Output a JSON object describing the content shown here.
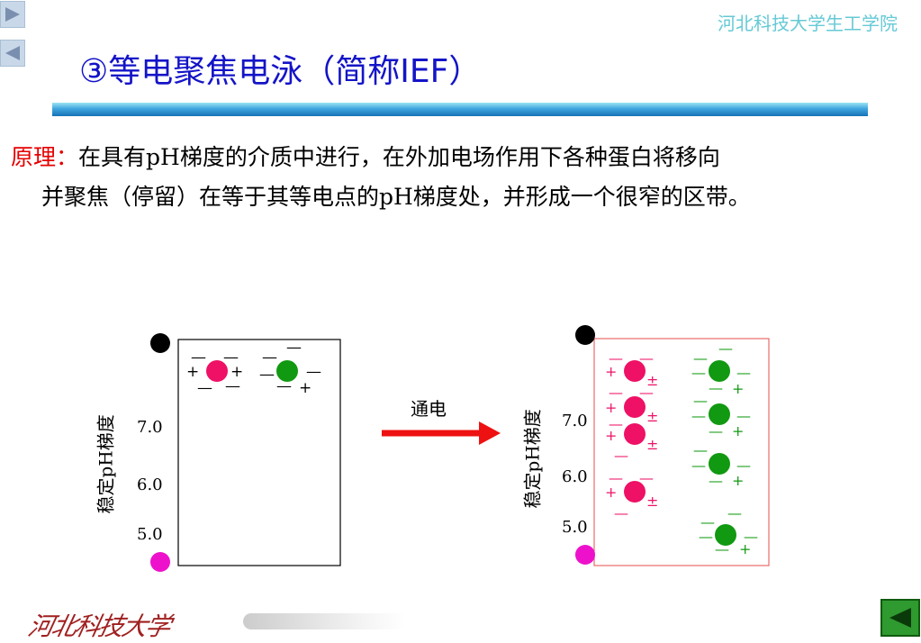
{
  "header": {
    "school": "河北科技大学生工学院",
    "title": "③等电聚焦电泳（简称IEF）"
  },
  "principle": {
    "label": "原理：",
    "line1": "在具有pH梯度的介质中进行，在外加电场作用下各种蛋白将移向",
    "line2": "并聚焦（停留）在等于其等电点的pH梯度处，并形成一个很窄的区带。"
  },
  "diagram": {
    "left_axis_label": "稳定pH梯度",
    "right_axis_label": "稳定pH梯度",
    "left_ticks": [
      "7.0",
      "6.0",
      "5.0"
    ],
    "right_ticks": [
      "7.0",
      "6.0",
      "5.0"
    ],
    "arrow_label": "通电",
    "plus": "+",
    "minus": "—",
    "plus_minus": "±",
    "colors": {
      "pink": "#ee1166",
      "green": "#119911",
      "magenta": "#ee11cc",
      "black": "#000000",
      "arrow": "#ee1111"
    }
  },
  "footer": {
    "logo_text": "河北科技大学"
  },
  "nav": {
    "forward_icon": "play-right-icon",
    "back_icon": "play-left-icon",
    "next_icon": "play-left-icon"
  }
}
